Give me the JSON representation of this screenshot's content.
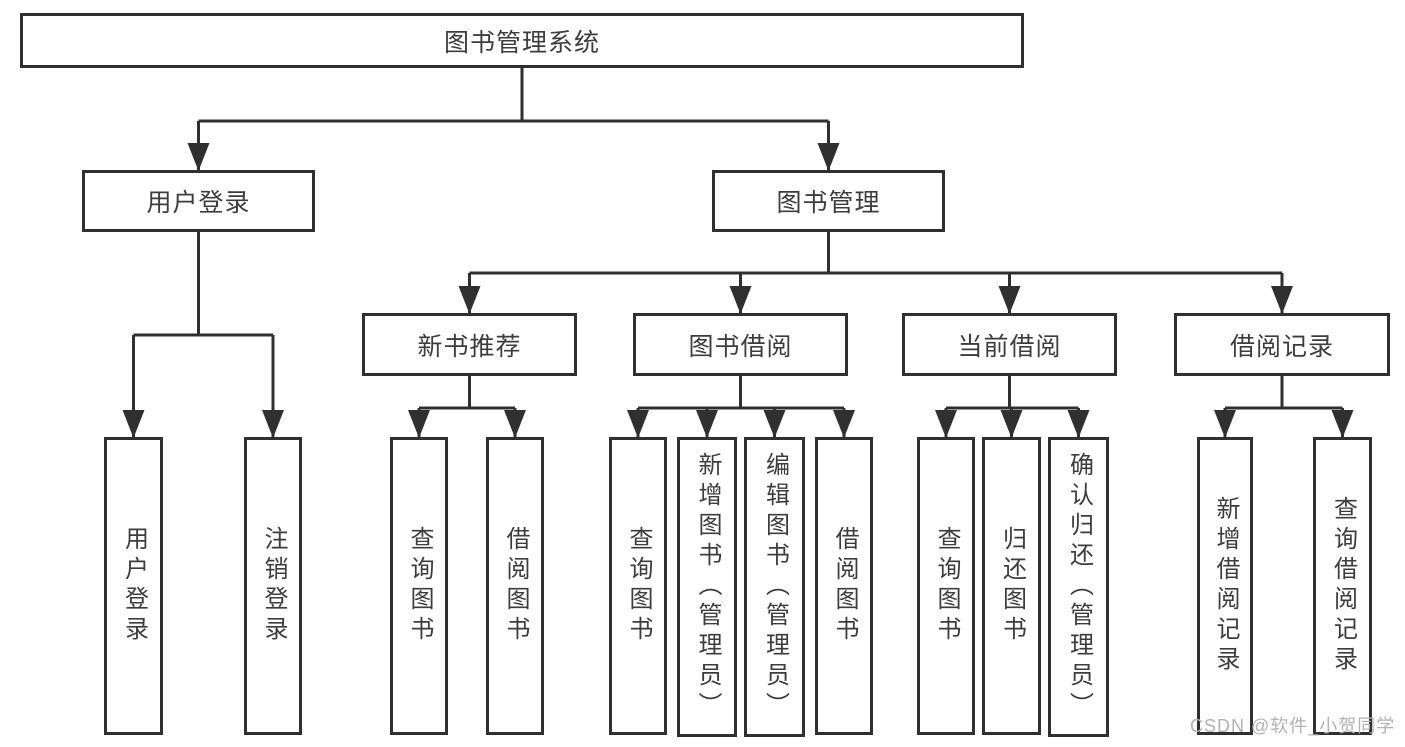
{
  "tree": {
    "root": "图书管理系统",
    "branches": [
      {
        "label": "用户登录",
        "children": [
          {
            "label": "用户登录"
          },
          {
            "label": "注销登录"
          }
        ]
      },
      {
        "label": "图书管理",
        "children": [
          {
            "label": "新书推荐",
            "children": [
              {
                "label": "查询图书"
              },
              {
                "label": "借阅图书"
              }
            ]
          },
          {
            "label": "图书借阅",
            "children": [
              {
                "label": "查询图书"
              },
              {
                "label": "新增图书（管理员）"
              },
              {
                "label": "编辑图书（管理员）"
              },
              {
                "label": "借阅图书"
              }
            ]
          },
          {
            "label": "当前借阅",
            "children": [
              {
                "label": "查询图书"
              },
              {
                "label": "归还图书"
              },
              {
                "label": "确认归还（管理员）"
              }
            ]
          },
          {
            "label": "借阅记录",
            "children": [
              {
                "label": "新增借阅记录"
              },
              {
                "label": "查询借阅记录"
              }
            ]
          }
        ]
      }
    ]
  },
  "watermark": "CSDN @软件_小贺同学",
  "colors": {
    "line": "#303030",
    "text": "#3d3d3d",
    "watermark": "#b3b3b3",
    "background": "#ffffff"
  }
}
